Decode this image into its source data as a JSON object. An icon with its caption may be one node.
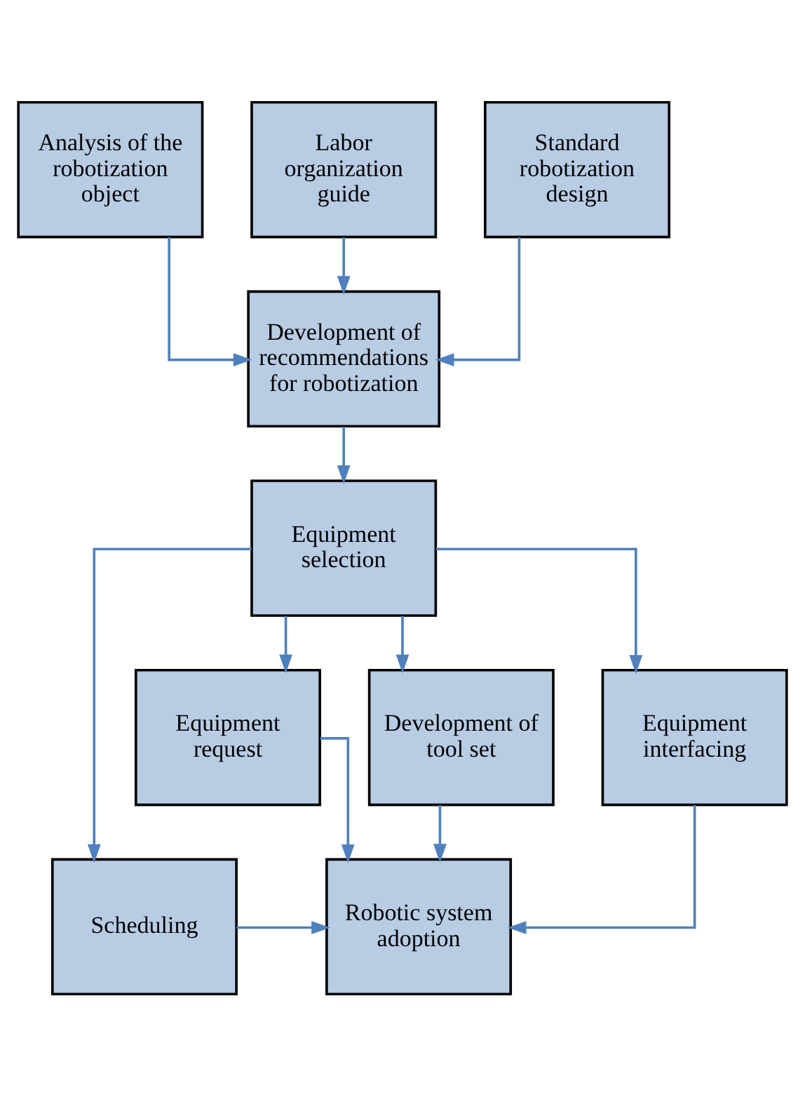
{
  "diagram": {
    "nodes": [
      {
        "text": [
          "Analysis of the robotization object"
        ]
      },
      {
        "text": [
          "Labor organization guide"
        ]
      },
      {
        "text": [
          "Standard robotization design"
        ]
      },
      {
        "text": [
          "Development of recommendations for robotization"
        ]
      },
      {
        "text": [
          "Equipment selection"
        ]
      },
      {
        "text": [
          "Equipment request"
        ]
      },
      {
        "text": [
          "Development of tool set"
        ]
      },
      {
        "text": [
          "Equipment interfacing"
        ]
      },
      {
        "text": [
          "Scheduling"
        ]
      },
      {
        "text": [
          "Robotic system adoption"
        ]
      }
    ],
    "edges": [
      {
        "from": 0,
        "to": 3,
        "arrow": "to"
      },
      {
        "from": 1,
        "to": 3,
        "arrow": "to"
      },
      {
        "from": 2,
        "to": 3,
        "arrow": "to"
      },
      {
        "from": 3,
        "to": 4,
        "arrow": "to"
      },
      {
        "from": 4,
        "to": 5,
        "arrow": "to"
      },
      {
        "from": 4,
        "to": 6,
        "arrow": "to"
      },
      {
        "from": 4,
        "to": 7,
        "arrow": "to"
      },
      {
        "from": 4,
        "to": 8,
        "arrow": "to"
      },
      {
        "from": 5,
        "to": 9,
        "arrow": "to"
      },
      {
        "from": 6,
        "to": 9,
        "arrow": "to"
      },
      {
        "from": 7,
        "to": 9,
        "arrow": "to"
      },
      {
        "from": 8,
        "to": 9,
        "arrow": "to"
      }
    ]
  }
}
